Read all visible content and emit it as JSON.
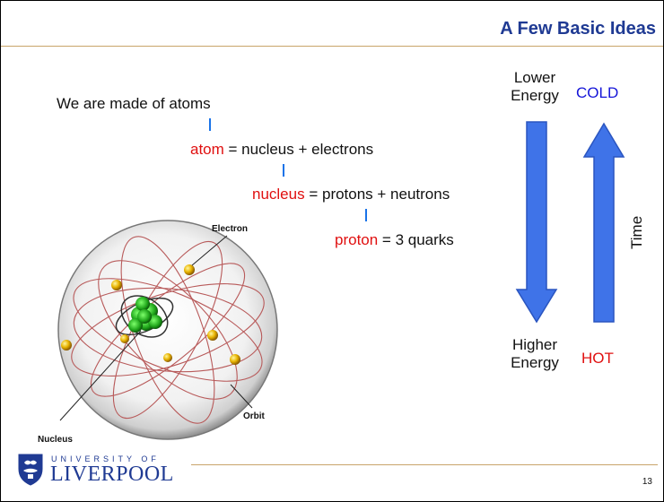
{
  "slide": {
    "title": "A Few Basic Ideas",
    "page_number": "13"
  },
  "hierarchy": {
    "line1": "We are made of atoms",
    "line2": {
      "term": "atom",
      "rest": " = nucleus + electrons"
    },
    "line3": {
      "term": "nucleus",
      "rest": " = protons + neutrons"
    },
    "line4": {
      "term": "proton",
      "rest": " = 3 quarks"
    }
  },
  "atom_diagram": {
    "label_electron": "Electron",
    "label_nucleus": "Nucleus",
    "label_orbit": "Orbit"
  },
  "energy": {
    "lower_energy_line1": "Lower",
    "lower_energy_line2": "Energy",
    "cold": "COLD",
    "higher_energy_line1": "Higher",
    "higher_energy_line2": "Energy",
    "hot": "HOT",
    "time": "Time"
  },
  "footer": {
    "university_top": "UNIVERSITY OF",
    "university_name": "LIVERPOOL"
  },
  "colors": {
    "title": "#1f3a93",
    "highlight_red": "#e01010",
    "highlight_blue": "#1515d8",
    "arrow_fill": "#3f73e8",
    "rule": "#c8a46a"
  }
}
